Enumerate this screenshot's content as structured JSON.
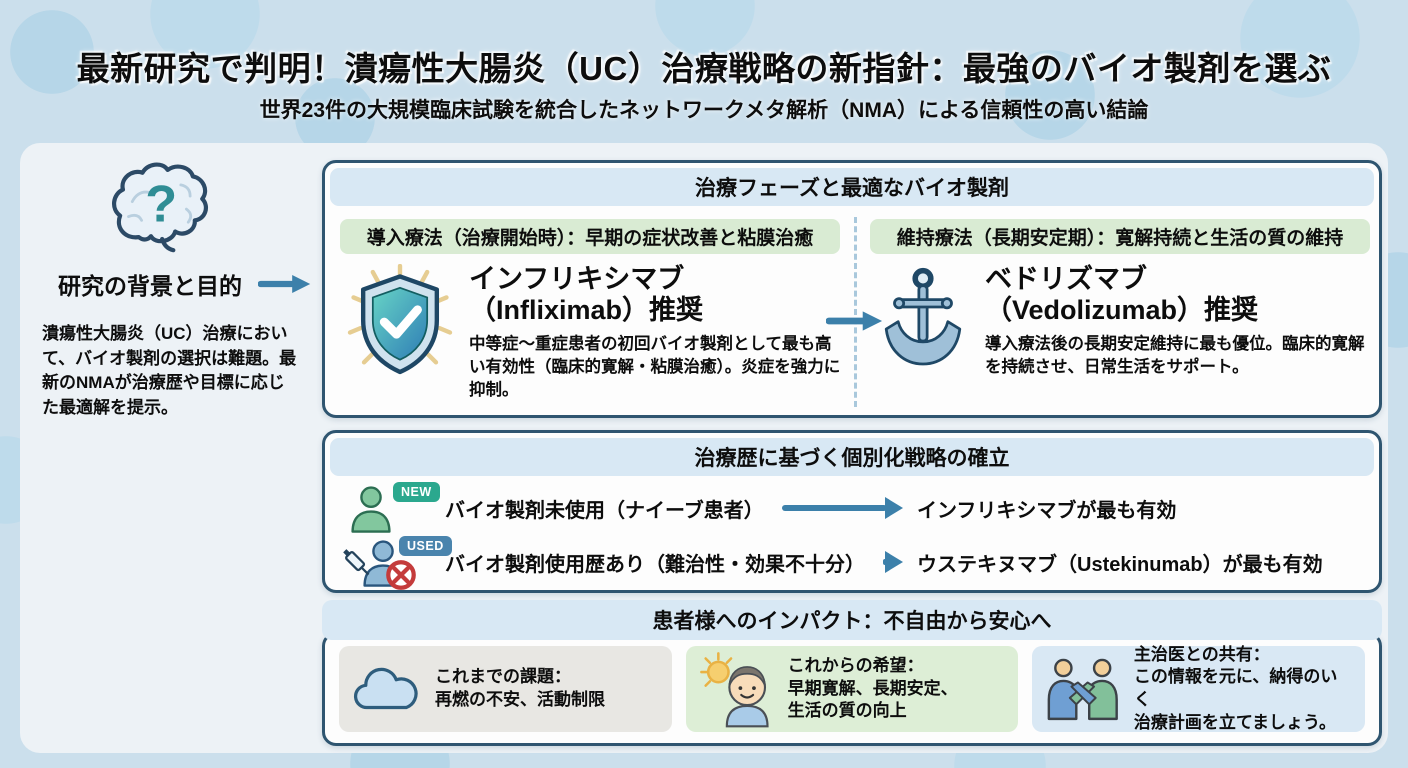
{
  "page": {
    "title": "最新研究で判明！潰瘍性大腸炎（UC）治療戦略の新指針：最強のバイオ製剤を選ぶ",
    "subtitle": "世界23件の大規模臨床試験を統合したネットワークメタ解析（NMA）による信頼性の高い結論"
  },
  "intro": {
    "icon": "brain-question-icon",
    "question_mark": "?",
    "heading": "研究の背景と目的",
    "body": "潰瘍性大腸炎（UC）治療において、バイオ製剤の選択は難題。最新のNMAが治療歴や目標に応じた最適解を提示。"
  },
  "phase_panel": {
    "title": "治療フェーズと最適なバイオ製剤",
    "induction": {
      "icon": "shield-check-icon",
      "tag": "導入療法（治療開始時）：早期の症状改善と粘膜治癒",
      "drug_name": "インフリキシマブ",
      "drug_suffix": "（Infliximab）推奨",
      "description": "中等症〜重症患者の初回バイオ製剤として最も高い有効性（臨床的寛解・粘膜治癒）。炎症を強力に抑制。"
    },
    "maintenance": {
      "icon": "anchor-icon",
      "tag": "維持療法（長期安定期）：寛解持続と生活の質の維持",
      "drug_name": "ベドリズマブ",
      "drug_suffix": "（Vedolizumab）推奨",
      "description": "導入療法後の長期安定維持に最も優位。臨床的寛解を持続させ、日常生活をサポート。"
    }
  },
  "history_panel": {
    "title": "治療歴に基づく個別化戦略の確立",
    "rows": [
      {
        "icon": "patient-new-icon",
        "badge": "NEW",
        "label": "バイオ製剤未使用（ナイーブ患者）",
        "result": "インフリキシマブが最も有効"
      },
      {
        "icon": "patient-used-syringe-icon",
        "badge": "USED",
        "label": "バイオ製剤使用歴あり（難治性・効果不十分）",
        "result": "ウステキヌマブ（Ustekinumab）が最も有効"
      }
    ]
  },
  "impact_panel": {
    "title": "患者様へのインパクト：不自由から安心へ",
    "cards": [
      {
        "icon": "cloud-icon",
        "title": "これまでの課題：",
        "line1": "再燃の不安、活動制限",
        "line2": ""
      },
      {
        "icon": "sun-person-icon",
        "title": "これからの希望：",
        "line1": "早期寛解、長期安定、",
        "line2": "生活の質の向上"
      },
      {
        "icon": "handshake-icon",
        "title": "主治医との共有：",
        "line1": "この情報を元に、納得のいく",
        "line2": "治療計画を立てましょう。"
      }
    ]
  },
  "colors": {
    "accent_blue": "#3c80aa",
    "panel_border": "#2f5570",
    "panel_header_bg": "#d8e8f4",
    "tag_green_bg": "#d9ebd3",
    "badge_new": "#2ba88e",
    "badge_used": "#4a84ad",
    "warn_red": "#c43b3b"
  }
}
